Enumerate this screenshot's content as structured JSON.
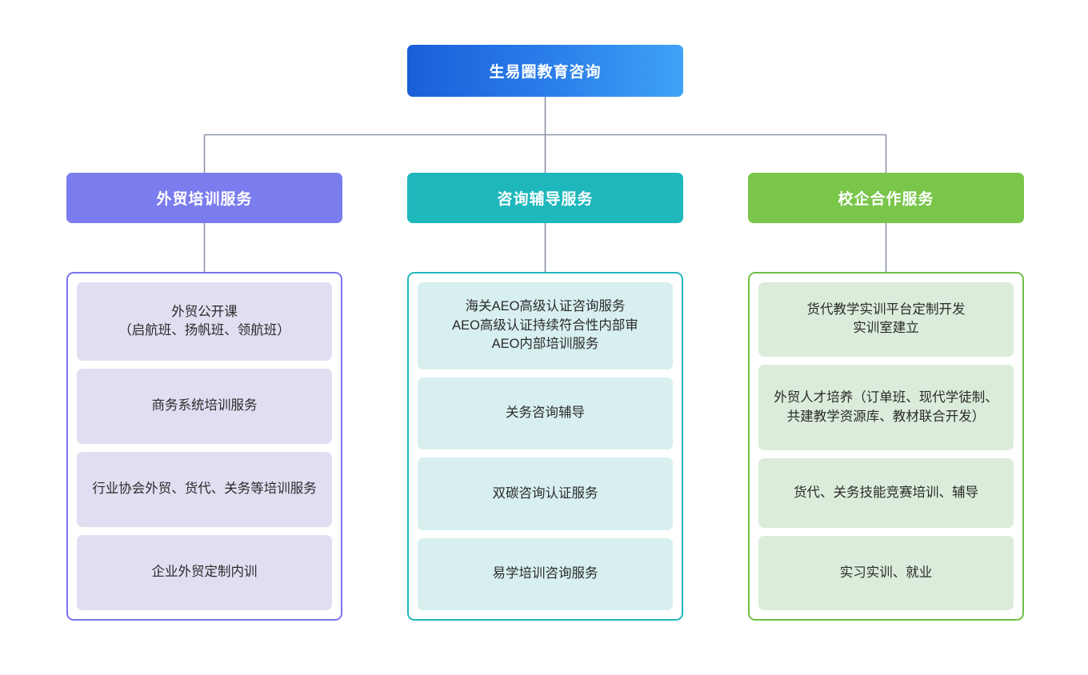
{
  "chart_data": {
    "type": "diagram",
    "diagram_kind": "organization-tree",
    "title": "生易圈教育咨询",
    "levels": 3,
    "root": {
      "label": "生易圈教育咨询",
      "gradient_from": "#1a5fd8",
      "gradient_to": "#3fa2f6",
      "text_color": "#ffffff"
    },
    "connector_color": "#8a93a6",
    "background": "#ffffff",
    "branches": [
      {
        "label": "外贸培训服务",
        "header_color": "#7b7ced",
        "panel_border": "#7b74f0",
        "card_fill": "#e2def2",
        "text_color": "#2b2b2b",
        "items": [
          "外贸公开课\n（启航班、扬帆班、领航班）",
          "商务系统培训服务",
          "行业协会外贸、货代、关务等培训服务",
          "企业外贸定制内训"
        ]
      },
      {
        "label": "咨询辅导服务",
        "header_color": "#1eb7bc",
        "panel_border": "#21b8bd",
        "card_fill": "#d8eff0",
        "text_color": "#2b2b2b",
        "items": [
          "海关AEO高级认证咨询服务\nAEO高级认证持续符合性内部审\nAEO内部培训服务",
          "关务咨询辅导",
          "双碳咨询认证服务",
          "易学培训咨询服务"
        ]
      },
      {
        "label": "校企合作服务",
        "header_color": "#79c64a",
        "panel_border": "#6fc044",
        "card_fill": "#dbedda",
        "text_color": "#2b2b2b",
        "items": [
          "货代教学实训平台定制开发\n实训室建立",
          "外贸人才培养（订单班、现代学徒制、共建教学资源库、教材联合开发）",
          "货代、关务技能竞赛培训、辅导",
          "实习实训、就业"
        ]
      }
    ]
  }
}
